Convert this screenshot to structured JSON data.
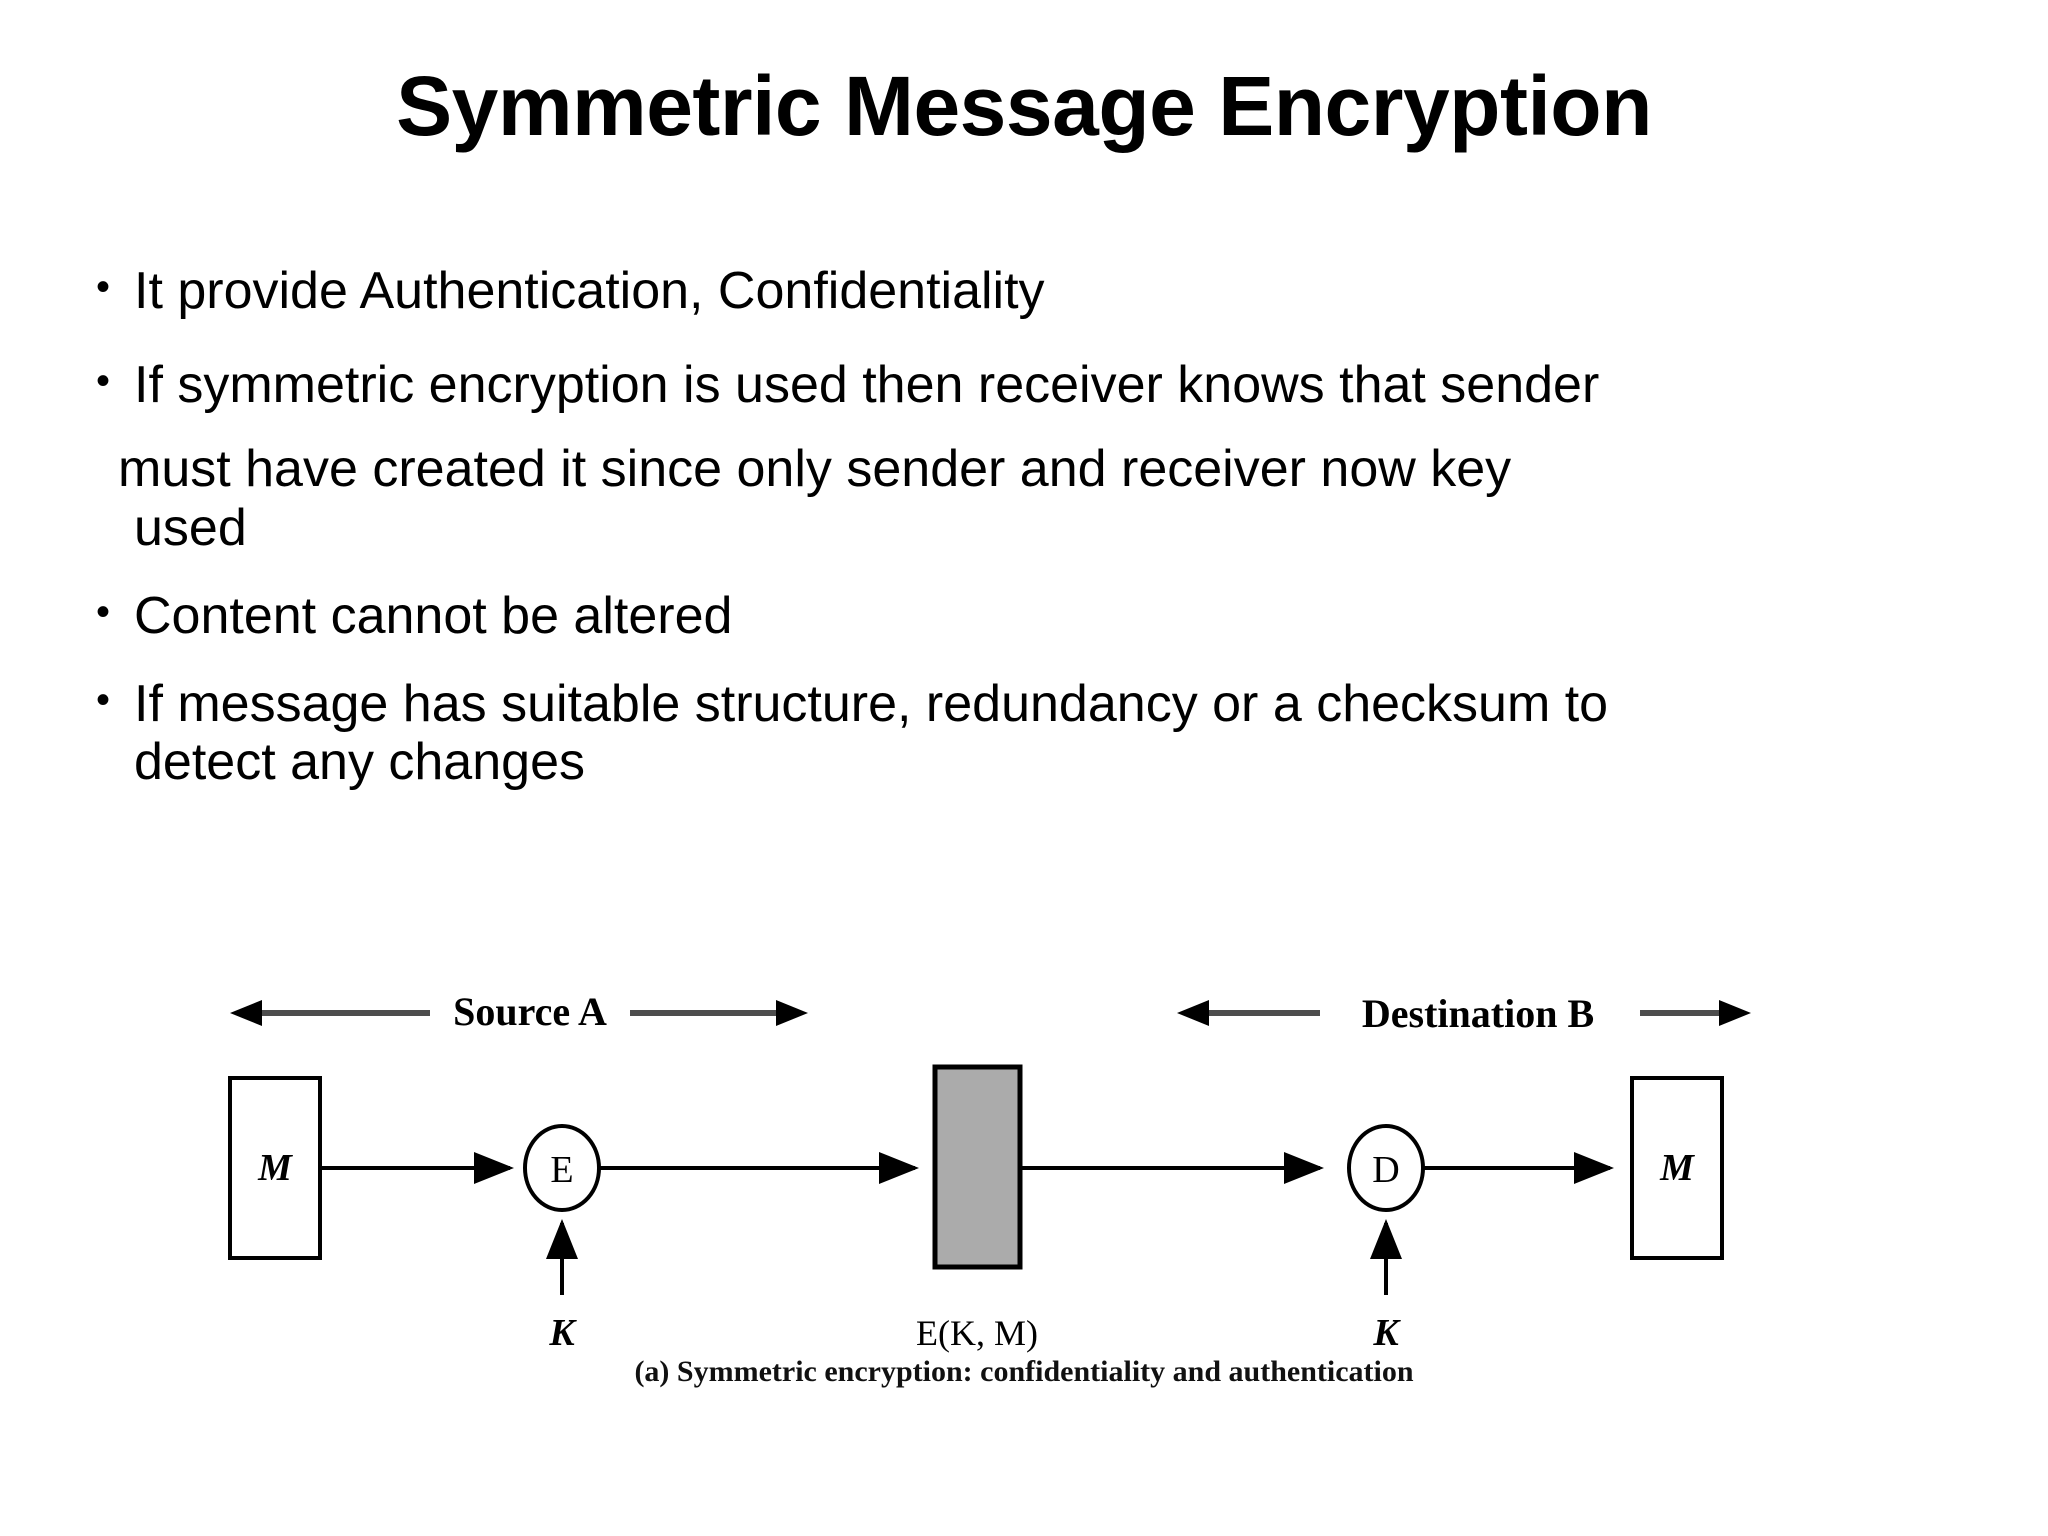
{
  "slide": {
    "title": "Symmetric Message Encryption",
    "bullet_marker": "•"
  },
  "bullets": [
    {
      "text": "It provide Authentication, Confidentiality"
    },
    {
      "text": "If symmetric encryption is used then receiver knows that sender"
    },
    {
      "text": "Content cannot be altered"
    },
    {
      "text": "If message has suitable structure, redundancy or a checksum to"
    }
  ],
  "continuations": {
    "line_must": "must have created it since only sender and receiver now key",
    "line_used": "used",
    "line_detect": "detect any changes"
  },
  "figure": {
    "source_label": "Source A",
    "destination_label": "Destination B",
    "message_box_left": "M",
    "encrypt_node": "E",
    "decrypt_node": "D",
    "key_left": "K",
    "key_right": "K",
    "ciphertext_label": "E(K, M)",
    "message_box_right": "M",
    "caption": "(a) Symmetric encryption: confidentiality and authentication",
    "colors": {
      "cipher_box_fill": "#ababab",
      "stroke": "#000000",
      "span_arrow": "#4d4d4d"
    }
  }
}
